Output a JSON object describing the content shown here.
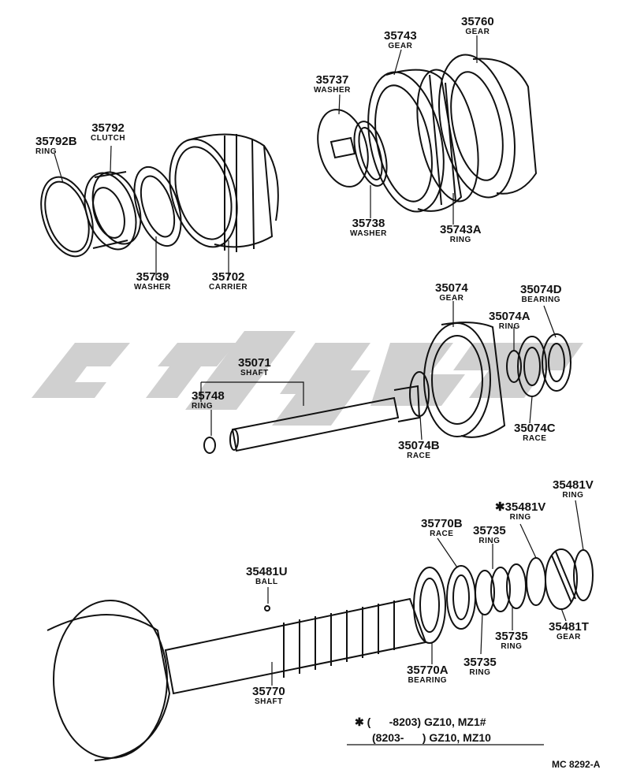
{
  "diagram_code": "MC 8292-A",
  "parts": {
    "p35792B": {
      "number": "35792B",
      "name": "RING"
    },
    "p35792": {
      "number": "35792",
      "name": "CLUTCH"
    },
    "p35739": {
      "number": "35739",
      "name": "WASHER"
    },
    "p35702": {
      "number": "35702",
      "name": "CARRIER"
    },
    "p35737": {
      "number": "35737",
      "name": "WASHER"
    },
    "p35743": {
      "number": "35743",
      "name": "GEAR"
    },
    "p35760": {
      "number": "35760",
      "name": "GEAR"
    },
    "p35738": {
      "number": "35738",
      "name": "WASHER"
    },
    "p35743A": {
      "number": "35743A",
      "name": "RING"
    },
    "p35074": {
      "number": "35074",
      "name": "GEAR"
    },
    "p35074D": {
      "number": "35074D",
      "name": "BEARING"
    },
    "p35074A": {
      "number": "35074A",
      "name": "RING"
    },
    "p35071": {
      "number": "35071",
      "name": "SHAFT"
    },
    "p35748": {
      "number": "35748",
      "name": "RING"
    },
    "p35074B": {
      "number": "35074B",
      "name": "RACE"
    },
    "p35074C": {
      "number": "35074C",
      "name": "RACE"
    },
    "p35481V": {
      "number": "35481V",
      "name": "RING"
    },
    "p35481Vs": {
      "number": "✱35481V",
      "name": "RING"
    },
    "p35770B": {
      "number": "35770B",
      "name": "RACE"
    },
    "p35735a": {
      "number": "35735",
      "name": "RING"
    },
    "p35481U": {
      "number": "35481U",
      "name": "BALL"
    },
    "p35481T": {
      "number": "35481T",
      "name": "GEAR"
    },
    "p35735b": {
      "number": "35735",
      "name": "RING"
    },
    "p35735c": {
      "number": "35735",
      "name": "RING"
    },
    "p35770A": {
      "number": "35770A",
      "name": "BEARING"
    },
    "p35770": {
      "number": "35770",
      "name": "SHAFT"
    }
  },
  "notes": {
    "line1": "✱ (      -8203) GZ10, MZ1#",
    "line2": "(8203-      ) GZ10, MZ10"
  }
}
